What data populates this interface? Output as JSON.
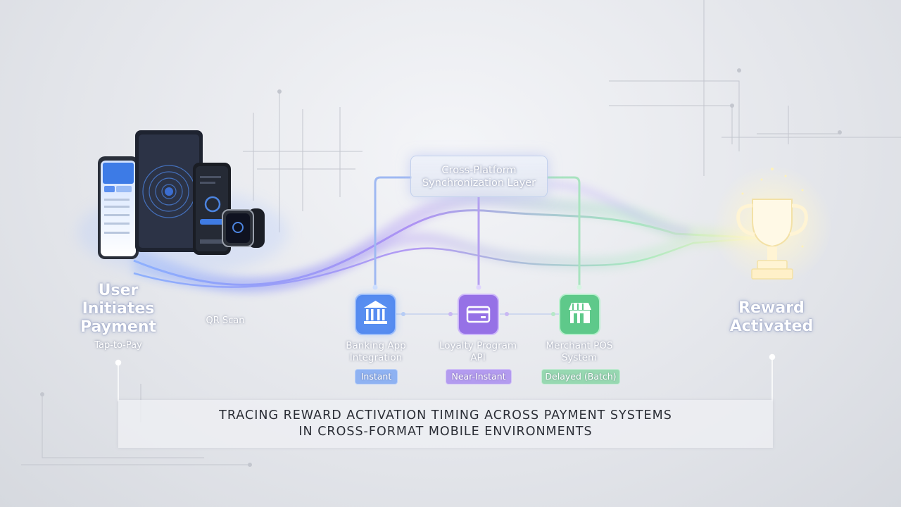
{
  "source": {
    "title": "User Initiates Payment",
    "methods": [
      "Tap-to-Pay",
      "QR Scan"
    ]
  },
  "sync_layer": {
    "label": "Cross-Platform Synchronization Layer"
  },
  "systems": [
    {
      "label": "Banking App Integration",
      "timing": "Instant",
      "icon": "bank-icon",
      "color": "#5b8ff0"
    },
    {
      "label": "Loyalty Program API",
      "timing": "Near-Instant",
      "icon": "credit-card-icon",
      "color": "#9a78e8"
    },
    {
      "label": "Merchant POS System",
      "timing": "Delayed (Batch)",
      "icon": "storefront-icon",
      "color": "#6fcf94"
    }
  ],
  "target": {
    "title": "Reward Activated",
    "icon": "trophy-icon"
  },
  "banner": {
    "line1": "TRACING REWARD ACTIVATION TIMING ACROSS PAYMENT SYSTEMS",
    "line2": "IN CROSS-FORMAT MOBILE ENVIRONMENTS"
  }
}
